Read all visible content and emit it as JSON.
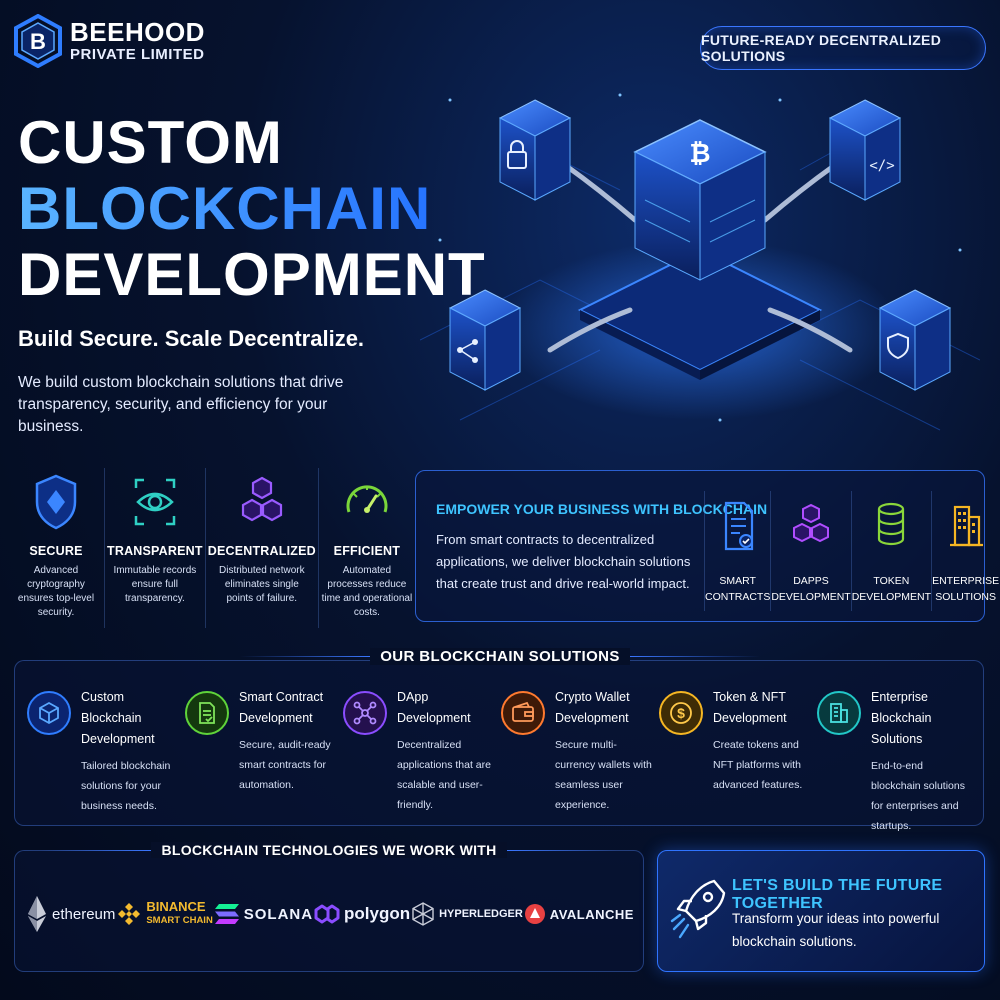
{
  "brand": {
    "name": "BEEHOOD",
    "sub": "PRIVATE LIMITED"
  },
  "tagline": "FUTURE-READY DECENTRALIZED SOLUTIONS",
  "hero": {
    "line1": "CUSTOM",
    "line2": "BLOCKCHAIN",
    "line3": "DEVELOPMENT",
    "subtitle": "Build Secure. Scale Decentralize.",
    "description": "We build custom blockchain solutions that drive transparency, security, and efficiency for your business."
  },
  "features": [
    {
      "title": "SECURE",
      "desc": "Advanced cryptography ensures top-level security.",
      "icon": "shield-icon"
    },
    {
      "title": "TRANSPARENT",
      "desc": "Immutable records ensure full transparency.",
      "icon": "eye-icon"
    },
    {
      "title": "DECENTRALIZED",
      "desc": "Distributed network eliminates single points of failure.",
      "icon": "cubes-icon"
    },
    {
      "title": "EFFICIENT",
      "desc": "Automated processes reduce time and operational costs.",
      "icon": "gauge-icon"
    }
  ],
  "empower": {
    "title": "EMPOWER YOUR BUSINESS WITH BLOCKCHAIN",
    "desc": "From smart contracts to decentralized applications, we deliver blockchain solutions that create trust and drive real-world impact.",
    "items": [
      {
        "l1": "SMART",
        "l2": "CONTRACTS"
      },
      {
        "l1": "DAPPS",
        "l2": "DEVELOPMENT"
      },
      {
        "l1": "TOKEN",
        "l2": "DEVELOPMENT"
      },
      {
        "l1": "ENTERPRISE",
        "l2": "SOLUTIONS"
      }
    ]
  },
  "solutions": {
    "heading": "OUR BLOCKCHAIN SOLUTIONS",
    "items": [
      {
        "title": "Custom Blockchain Development",
        "desc": "Tailored blockchain solutions for your business needs.",
        "color": "#2f7dff"
      },
      {
        "title": "Smart Contract Development",
        "desc": "Secure, audit-ready smart contracts for automation.",
        "color": "#5fd33a"
      },
      {
        "title": "DApp Development",
        "desc": "Decentralized applications that are scalable and user-friendly.",
        "color": "#8a4dff"
      },
      {
        "title": "Crypto Wallet Development",
        "desc": "Secure multi-currency wallets with seamless user experience.",
        "color": "#ff7a2f"
      },
      {
        "title": "Token & NFT Development",
        "desc": "Create tokens and NFT platforms with advanced features.",
        "color": "#f5b623"
      },
      {
        "title": "Enterprise Blockchain Solutions",
        "desc": "End-to-end blockchain solutions for enterprises and startups.",
        "color": "#22c7c7"
      }
    ]
  },
  "tech": {
    "heading": "BLOCKCHAIN TECHNOLOGIES WE WORK WITH",
    "ethereum": "ethereum",
    "binance1": "BINANCE",
    "binance2": "SMART CHAIN",
    "solana": "SOLANA",
    "polygon": "polygon",
    "hyperledger": "HYPERLEDGER",
    "avalanche": "AVALANCHE"
  },
  "cta": {
    "title": "LET'S BUILD THE FUTURE TOGETHER",
    "desc": "Transform your ideas into powerful blockchain solutions."
  },
  "colors": {
    "accent": "#2f7dff",
    "cyan": "#3ec4ff",
    "bg": "#06122e"
  }
}
